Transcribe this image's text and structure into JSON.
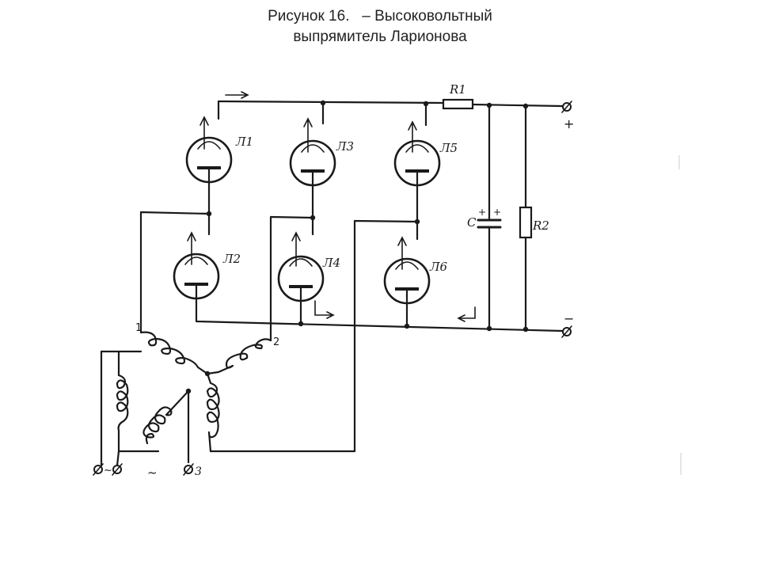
{
  "caption": {
    "line1": "Рисунок 16.   – Высоковольтный",
    "line2": "выпрямитель Ларионова"
  },
  "diagram": {
    "tubes": [
      "Л1",
      "Л2",
      "Л3",
      "Л4",
      "Л5",
      "Л6"
    ],
    "resistor_r1": "R1",
    "resistor_r2": "R2",
    "capacitor": "C",
    "cap_plus_left": "+",
    "cap_plus_right": "+",
    "out_plus": "+",
    "out_minus": "−",
    "phase_1": "1",
    "phase_2": "2",
    "phase_3": "3",
    "ac_symbol": "~",
    "input_left": "~"
  }
}
